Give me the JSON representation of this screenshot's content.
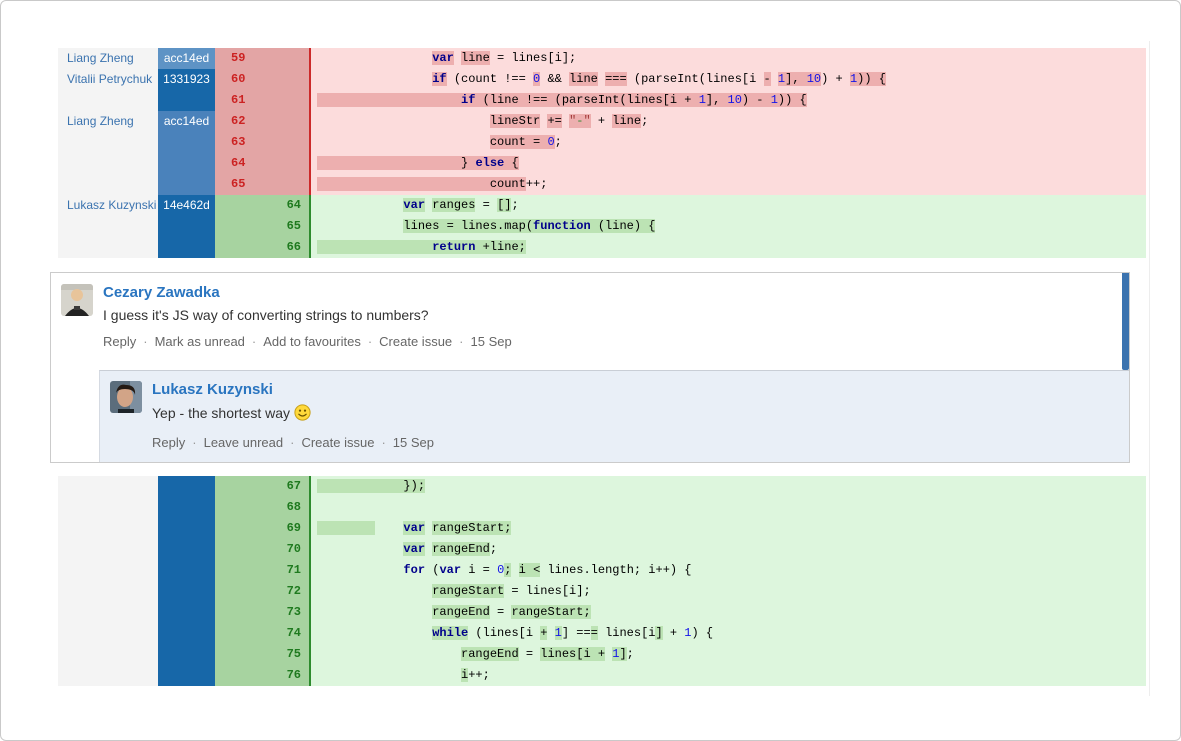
{
  "colors": {
    "accent_blue": "#3b73af",
    "author_link": "#3b73af",
    "comment_name_link": "#2a75c0",
    "action_link": "#666666",
    "reply_bg": "#e9eff7",
    "blame_shades": {
      "light": "#5e93c5",
      "mid": "#4a82bb",
      "dark": "#1767a8"
    },
    "removed": {
      "num_bg": "#e3a5a5",
      "num_text": "#cc2222",
      "code_bg": "#fcdcdc",
      "token_hl": "#edafaf",
      "separator": "#cc2929"
    },
    "added": {
      "num_bg": "#a7d3a0",
      "num_text": "#1f7a1f",
      "code_bg": "#ddf6dd",
      "token_hl": "#bce3b4",
      "separator": "#2e8b2e"
    },
    "syntax": {
      "keyword": "#00008b",
      "number": "#1414e8",
      "string_quote": "#a33a3a",
      "string_inner": "#2f8a2f"
    }
  },
  "diff_top": {
    "rows": [
      {
        "type": "del",
        "old": "59",
        "author": "Liang Zheng",
        "hash": "acc14ed",
        "shade": "light",
        "segs": [
          [
            "                ",
            "p",
            0
          ],
          [
            "var",
            "k",
            1
          ],
          [
            " ",
            "p",
            0
          ],
          [
            "line",
            "p",
            1
          ],
          [
            " = lines[i];",
            "p",
            0
          ]
        ]
      },
      {
        "type": "del",
        "old": "60",
        "author": "Vitalii Petrychuk",
        "hash": "1331923",
        "shade": "dark",
        "segs": [
          [
            "                ",
            "p",
            0
          ],
          [
            "if",
            "k",
            1
          ],
          [
            " (count !== ",
            "p",
            0
          ],
          [
            "0",
            "n",
            1
          ],
          [
            " && ",
            "p",
            0
          ],
          [
            "line",
            "p",
            1
          ],
          [
            " ",
            "p",
            0
          ],
          [
            "===",
            "p",
            1
          ],
          [
            " (parseInt(lines[i ",
            "p",
            0
          ],
          [
            "-",
            "p",
            1
          ],
          [
            " ",
            "p",
            0
          ],
          [
            "1",
            "n",
            1
          ],
          [
            "], ",
            "p",
            1
          ],
          [
            "10",
            "n",
            1
          ],
          [
            ") + ",
            "p",
            0
          ],
          [
            "1",
            "n",
            1
          ],
          [
            ")) {",
            "p",
            1
          ]
        ]
      },
      {
        "type": "del",
        "old": "61",
        "author": "",
        "hash": "",
        "shade": "dark",
        "segs": [
          [
            "                    ",
            "p",
            1
          ],
          [
            "if",
            "k",
            1
          ],
          [
            " (line !== (parseInt(lines[i + ",
            "p",
            1
          ],
          [
            "1",
            "n",
            1
          ],
          [
            "], ",
            "p",
            1
          ],
          [
            "10",
            "n",
            1
          ],
          [
            ") - ",
            "p",
            1
          ],
          [
            "1",
            "n",
            1
          ],
          [
            ")) {",
            "p",
            1
          ]
        ]
      },
      {
        "type": "del",
        "old": "62",
        "author": "Liang Zheng",
        "hash": "acc14ed",
        "shade": "mid",
        "segs": [
          [
            "                        ",
            "p",
            0
          ],
          [
            "lineStr",
            "p",
            1
          ],
          [
            " ",
            "p",
            0
          ],
          [
            "+=",
            "p",
            1
          ],
          [
            " ",
            "p",
            0
          ],
          [
            "\"",
            "q",
            1
          ],
          [
            "-",
            "g",
            1
          ],
          [
            "\"",
            "q",
            1
          ],
          [
            " + ",
            "p",
            0
          ],
          [
            "line",
            "p",
            1
          ],
          [
            ";",
            "p",
            0
          ]
        ]
      },
      {
        "type": "del",
        "old": "63",
        "author": "",
        "hash": "",
        "shade": "mid",
        "segs": [
          [
            "                        ",
            "p",
            0
          ],
          [
            "count = ",
            "p",
            1
          ],
          [
            "0",
            "n",
            1
          ],
          [
            ";",
            "p",
            0
          ]
        ]
      },
      {
        "type": "del",
        "old": "64",
        "author": "",
        "hash": "",
        "shade": "mid",
        "segs": [
          [
            "                    ",
            "p",
            1
          ],
          [
            "} ",
            "p",
            1
          ],
          [
            "else",
            "k",
            1
          ],
          [
            " {",
            "p",
            1
          ]
        ]
      },
      {
        "type": "del",
        "old": "65",
        "author": "",
        "hash": "",
        "shade": "mid",
        "segs": [
          [
            "                        ",
            "p",
            1
          ],
          [
            "count",
            "p",
            1
          ],
          [
            "++;",
            "p",
            0
          ]
        ]
      },
      {
        "type": "add",
        "new": "64",
        "author": "Lukasz Kuzynski",
        "hash": "14e462d",
        "shade": "dark",
        "segs": [
          [
            "            ",
            "p",
            0
          ],
          [
            "var",
            "k",
            1
          ],
          [
            " ",
            "p",
            0
          ],
          [
            "ranges",
            "p",
            1
          ],
          [
            " = ",
            "p",
            0
          ],
          [
            "[]",
            "p",
            1
          ],
          [
            ";",
            "p",
            0
          ]
        ]
      },
      {
        "type": "add",
        "new": "65",
        "author": "",
        "hash": "",
        "shade": "dark",
        "segs": [
          [
            "            ",
            "p",
            0
          ],
          [
            "lines = lines.map(",
            "p",
            1
          ],
          [
            "function",
            "k",
            1
          ],
          [
            " (line) {",
            "p",
            1
          ]
        ]
      },
      {
        "type": "add",
        "new": "66",
        "author": "",
        "hash": "",
        "shade": "dark",
        "segs": [
          [
            "                ",
            "p",
            1
          ],
          [
            "return",
            "k",
            1
          ],
          [
            " +line;",
            "p",
            1
          ]
        ]
      }
    ]
  },
  "diff_bottom": {
    "rows": [
      {
        "type": "add",
        "new": "67",
        "author": "",
        "hash": "",
        "shade": "dark",
        "segs": [
          [
            "            ",
            "p",
            1
          ],
          [
            "});",
            "p",
            1
          ]
        ]
      },
      {
        "type": "add",
        "new": "68",
        "author": "",
        "hash": "",
        "shade": "dark",
        "segs": []
      },
      {
        "type": "add",
        "new": "69",
        "author": "",
        "hash": "",
        "shade": "dark",
        "segs": [
          [
            "        ",
            "p",
            1
          ],
          [
            "    ",
            "p",
            0
          ],
          [
            "var",
            "k",
            1
          ],
          [
            " ",
            "p",
            0
          ],
          [
            "rangeStart;",
            "p",
            1
          ]
        ]
      },
      {
        "type": "add",
        "new": "70",
        "author": "",
        "hash": "",
        "shade": "dark",
        "segs": [
          [
            "            ",
            "p",
            0
          ],
          [
            "var",
            "k",
            1
          ],
          [
            " ",
            "p",
            0
          ],
          [
            "rangeEnd",
            "p",
            1
          ],
          [
            ";",
            "p",
            0
          ]
        ]
      },
      {
        "type": "add",
        "new": "71",
        "author": "",
        "hash": "",
        "shade": "dark",
        "segs": [
          [
            "            ",
            "p",
            0
          ],
          [
            "for",
            "k",
            0
          ],
          [
            " (",
            "p",
            0
          ],
          [
            "var",
            "k",
            0
          ],
          [
            " i = ",
            "p",
            0
          ],
          [
            "0",
            "n",
            0
          ],
          [
            ";",
            "p",
            1
          ],
          [
            " ",
            "p",
            0
          ],
          [
            "i <",
            "p",
            1
          ],
          [
            " lines.length; i++) {",
            "p",
            0
          ]
        ]
      },
      {
        "type": "add",
        "new": "72",
        "author": "",
        "hash": "",
        "shade": "dark",
        "segs": [
          [
            "                ",
            "p",
            0
          ],
          [
            "rangeStart",
            "p",
            1
          ],
          [
            " = lines[i];",
            "p",
            0
          ]
        ]
      },
      {
        "type": "add",
        "new": "73",
        "author": "",
        "hash": "",
        "shade": "dark",
        "segs": [
          [
            "                ",
            "p",
            0
          ],
          [
            "rangeEnd",
            "p",
            1
          ],
          [
            " = ",
            "p",
            0
          ],
          [
            "rangeStart;",
            "p",
            1
          ]
        ]
      },
      {
        "type": "add",
        "new": "74",
        "author": "",
        "hash": "",
        "shade": "dark",
        "segs": [
          [
            "                ",
            "p",
            0
          ],
          [
            "while",
            "k",
            1
          ],
          [
            " (lines[i ",
            "p",
            0
          ],
          [
            "+",
            "p",
            1
          ],
          [
            " ",
            "p",
            0
          ],
          [
            "1",
            "n",
            1
          ],
          [
            "] ==",
            "p",
            0
          ],
          [
            "=",
            "p",
            1
          ],
          [
            " lines[i",
            "p",
            0
          ],
          [
            "]",
            "p",
            1
          ],
          [
            " + ",
            "p",
            0
          ],
          [
            "1",
            "n",
            0
          ],
          [
            ") {",
            "p",
            0
          ]
        ]
      },
      {
        "type": "add",
        "new": "75",
        "author": "",
        "hash": "",
        "shade": "dark",
        "segs": [
          [
            "                    ",
            "p",
            0
          ],
          [
            "rangeEnd",
            "p",
            1
          ],
          [
            " = ",
            "p",
            0
          ],
          [
            "lines[i +",
            "p",
            1
          ],
          [
            " ",
            "p",
            0
          ],
          [
            "1",
            "n",
            1
          ],
          [
            "]",
            "p",
            1
          ],
          [
            ";",
            "p",
            0
          ]
        ]
      },
      {
        "type": "add",
        "new": "76",
        "author": "",
        "hash": "",
        "shade": "dark",
        "segs": [
          [
            "                    ",
            "p",
            0
          ],
          [
            "i",
            "p",
            1
          ],
          [
            "++;",
            "p",
            0
          ]
        ]
      }
    ]
  },
  "comments": {
    "main": {
      "name": "Cezary Zawadka",
      "body": "I guess it's JS way of converting strings to numbers?",
      "actions": [
        "Reply",
        "Mark as unread",
        "Add to favourites",
        "Create issue"
      ],
      "date": "15 Sep"
    },
    "reply": {
      "name": "Lukasz Kuzynski",
      "body": "Yep - the shortest way",
      "emoticon": "smile",
      "actions": [
        "Reply",
        "Leave unread",
        "Create issue"
      ],
      "date": "15 Sep"
    }
  }
}
